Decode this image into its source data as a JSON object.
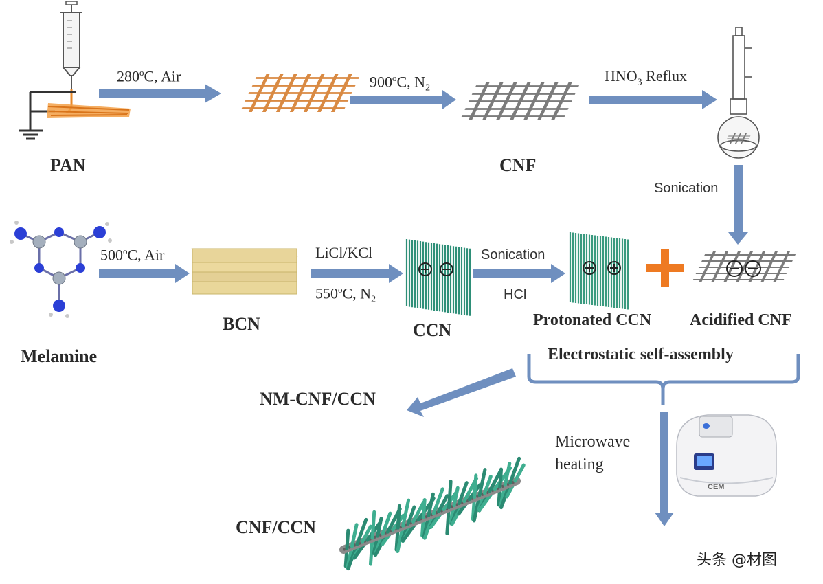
{
  "diagram": {
    "materials": {
      "pan": "PAN",
      "cnf": "CNF",
      "melamine": "Melamine",
      "bcn": "BCN",
      "ccn": "CCN",
      "protonated_ccn": "Protonated CCN",
      "acidified_cnf": "Acidified CNF",
      "nm_cnf_ccn": "NM-CNF/CCN",
      "cnf_ccn": "CNF/CCN"
    },
    "conditions": {
      "step1_temp": "280",
      "step1_unit": "o",
      "step1_rest": "C, Air",
      "step2_temp": "900",
      "step2_unit": "o",
      "step2_rest": "C, N",
      "step2_sub": "2",
      "step3_a": "HNO",
      "step3_sub": "3",
      "step3_b": " Reflux",
      "sonication_down": "Sonication",
      "melamine_temp": "500",
      "melamine_unit": "o",
      "melamine_rest": "C, Air",
      "salt": "LiCl/KCl",
      "salt_temp": "550",
      "salt_unit": "o",
      "salt_rest": "C, N",
      "salt_sub": "2",
      "sonication_right": "Sonication",
      "hcl": "HCl",
      "microwave_line1": "Microwave",
      "microwave_line2": "heating"
    },
    "process": {
      "self_assembly": "Electrostatic self-assembly"
    },
    "microwave_brand": "CEM",
    "watermark": "头条 @材图"
  },
  "colors": {
    "arrow": "#6f8fbf",
    "pan_fiber": "#e8892a",
    "cnf_mesh": "#7a7a7a",
    "ccn_green": "#2e8f78",
    "bcn_block": "#e9d79a",
    "plus_orange": "#ee7a22",
    "melamine_n": "#2b3fd6",
    "melamine_c": "#9aa6b4"
  }
}
